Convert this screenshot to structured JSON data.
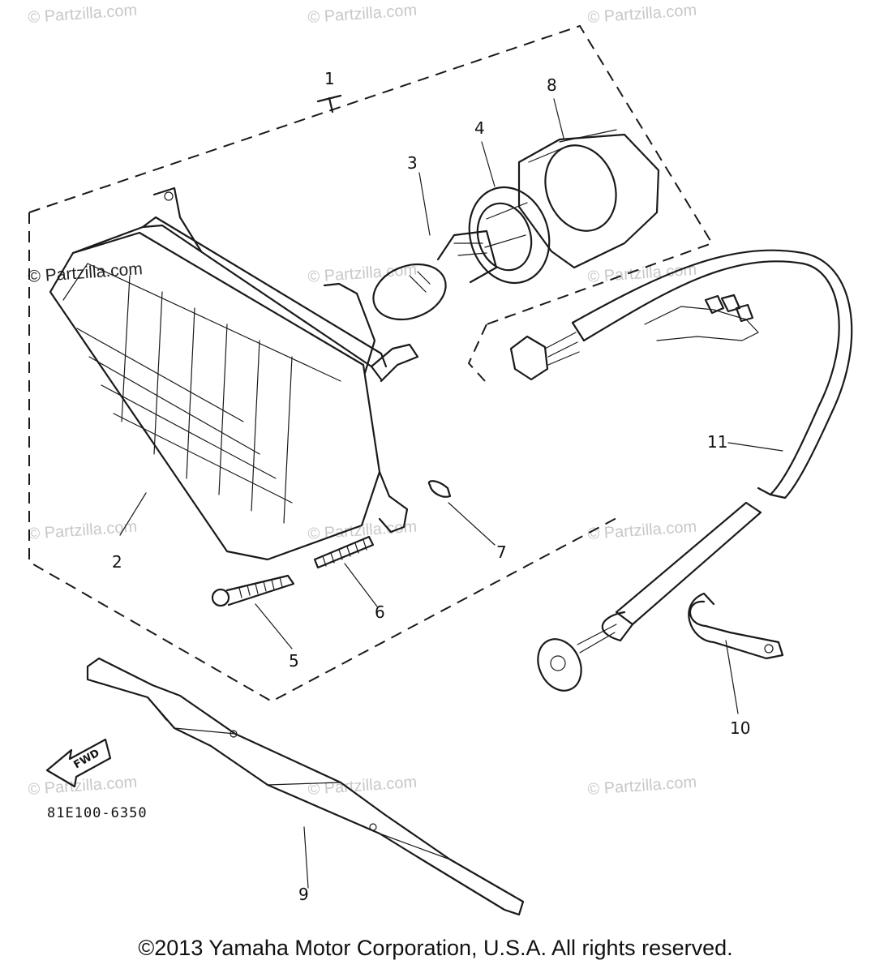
{
  "watermark": "© Partzilla.com",
  "callouts": {
    "c1": "1",
    "c2": "2",
    "c3": "3",
    "c4": "4",
    "c5": "5",
    "c6": "6",
    "c7": "7",
    "c8": "8",
    "c9": "9",
    "c10": "10",
    "c11": "11"
  },
  "fwd_label": "FWD",
  "diagram_code": "81E100-6350",
  "copyright": "©2013 Yamaha Motor Corporation, U.S.A. All rights reserved.",
  "colors": {
    "line": "#1a1a1a",
    "watermark": "#c8c8c8",
    "background": "#ffffff"
  }
}
